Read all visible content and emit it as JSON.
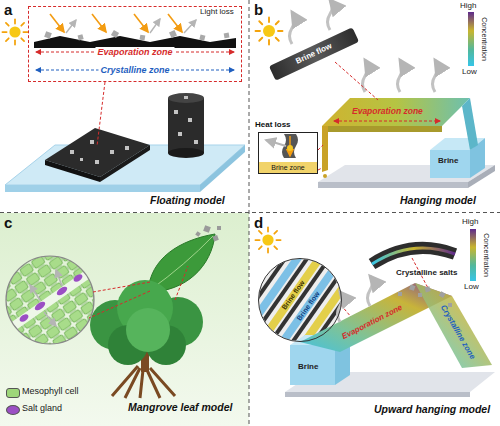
{
  "diagram": {
    "nodes": [
      {
        "text": [
          "a",
          "Floating model"
        ]
      },
      {
        "text": [
          "Light loss",
          "Evaporation zone",
          "Crystalline zone"
        ],
        "in": 0
      },
      {
        "text": [
          "b",
          "Hanging model"
        ]
      },
      {
        "text": [
          "Brine flow"
        ],
        "in": 2
      },
      {
        "text": [
          "Heat loss",
          "Brine zone"
        ],
        "in": 2
      },
      {
        "text": [
          "c",
          "Mangrove leaf model"
        ]
      },
      {
        "text": [
          "d",
          "Upward hanging model"
        ]
      },
      {
        "text": [
          "Brine flow",
          "Brine flow"
        ],
        "in": 6
      }
    ],
    "labels": [
      "High",
      "Concentration",
      "Low",
      "Evaporation zone",
      "Brine",
      "High",
      "Concentration",
      "Low",
      "Crystalline salts",
      "Evaporation zone",
      "Crystalline zone",
      "Brine"
    ],
    "legend": [
      {
        "text": "Mesophyll cell",
        "color": "#9ed67a"
      },
      {
        "text": "Salt gland",
        "color": "#9b4fc4"
      }
    ]
  }
}
